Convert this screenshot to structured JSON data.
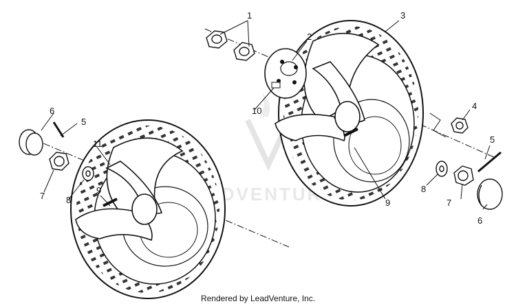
{
  "diagram": {
    "callouts": [
      "1",
      "2",
      "3",
      "4",
      "5",
      "6",
      "7",
      "8",
      "9",
      "10",
      "11",
      "9",
      "5",
      "6",
      "7",
      "8"
    ],
    "watermark": "ADVENTURES"
  },
  "footer": {
    "credit": "Rendered by LeadVenture, Inc."
  }
}
